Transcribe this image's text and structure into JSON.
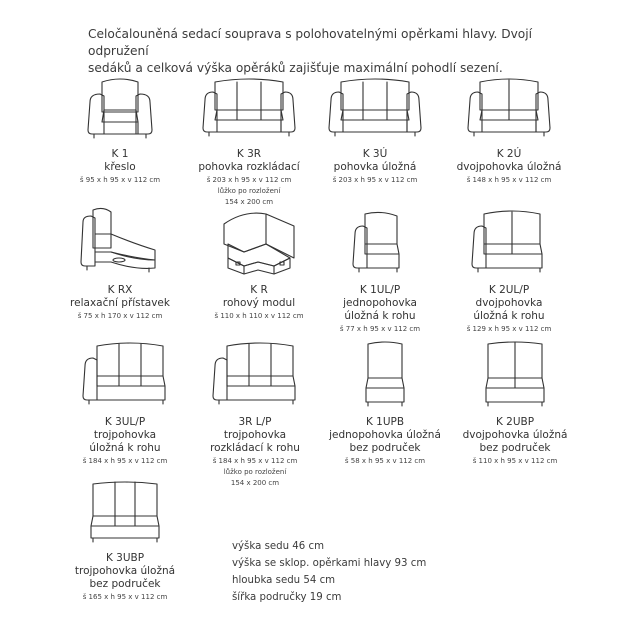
{
  "intro": {
    "line1": "Celočalouněná sedací souprava s polohovatelnými opěrkami hlavy. Dvojí odpružení",
    "line2": "sedáků a celková výška opěráků zajišťuje maximální pohodlí sezení."
  },
  "items": [
    {
      "code": "K 1",
      "name": [
        "křeslo"
      ],
      "dims": [
        "š 95 x h 95 x v 112 cm"
      ],
      "icon": "armchair-icon"
    },
    {
      "code": "K 3R",
      "name": [
        "pohovka rozkládací"
      ],
      "dims": [
        "š 203 x h 95 x v 112 cm",
        "lůžko po rozložení",
        "154 x 200 cm"
      ],
      "icon": "sofa-3-icon"
    },
    {
      "code": "K 3Ú",
      "name": [
        "pohovka úložná"
      ],
      "dims": [
        "š 203 x h 95 x v 112 cm"
      ],
      "icon": "sofa-3-icon"
    },
    {
      "code": "K 2Ú",
      "name": [
        "dvojpohovka úložná"
      ],
      "dims": [
        "š 148 x h 95 x v 112 cm"
      ],
      "icon": "sofa-2-icon"
    },
    {
      "code": "K RX",
      "name": [
        "relaxační přístavek"
      ],
      "dims": [
        "š 75 x h 170 x v 112 cm"
      ],
      "icon": "chaise-icon"
    },
    {
      "code": "K R",
      "name": [
        "rohový modul"
      ],
      "dims": [
        "š 110 x h 110 x v 112 cm"
      ],
      "icon": "corner-icon"
    },
    {
      "code": "K 1UL/P",
      "name": [
        "jednopohovka",
        "úložná k rohu"
      ],
      "dims": [
        "š 77 x h 95 x v 112 cm"
      ],
      "icon": "single-arm-icon"
    },
    {
      "code": "K 2UL/P",
      "name": [
        "dvojpohovka",
        "úložná k rohu"
      ],
      "dims": [
        "š 129 x h 95 x v 112 cm"
      ],
      "icon": "double-arm-icon"
    },
    {
      "code": "K 3UL/P",
      "name": [
        "trojpohovka",
        "úložná k rohu"
      ],
      "dims": [
        "š 184 x h 95 x v 112 cm"
      ],
      "icon": "triple-arm-icon"
    },
    {
      "code": "3R L/P",
      "name": [
        "trojpohovka",
        "rozkládací k rohu"
      ],
      "dims": [
        "š 184 x h 95 x v 112 cm",
        "lůžko po rozložení",
        "154 x 200 cm"
      ],
      "icon": "triple-arm-icon"
    },
    {
      "code": "K 1UPB",
      "name": [
        "jednopohovka úložná",
        "bez područek"
      ],
      "dims": [
        "š 58 x h 95 x v 112 cm"
      ],
      "icon": "single-noarm-icon"
    },
    {
      "code": "K 2UBP",
      "name": [
        "dvojpohovka úložná",
        "bez područek"
      ],
      "dims": [
        "š 110 x h 95 x v 112 cm"
      ],
      "icon": "double-noarm-icon"
    },
    {
      "code": "K 3UBP",
      "name": [
        "trojpohovka úložná",
        "bez područek"
      ],
      "dims": [
        "š 165 x h 95 x v 112 cm"
      ],
      "icon": "triple-noarm-icon"
    }
  ],
  "specs": [
    "výška sedu 46 cm",
    "výška se sklop. opěrkami hlavy 93 cm",
    "hloubka sedu 54 cm",
    "šířka područky 19 cm"
  ]
}
